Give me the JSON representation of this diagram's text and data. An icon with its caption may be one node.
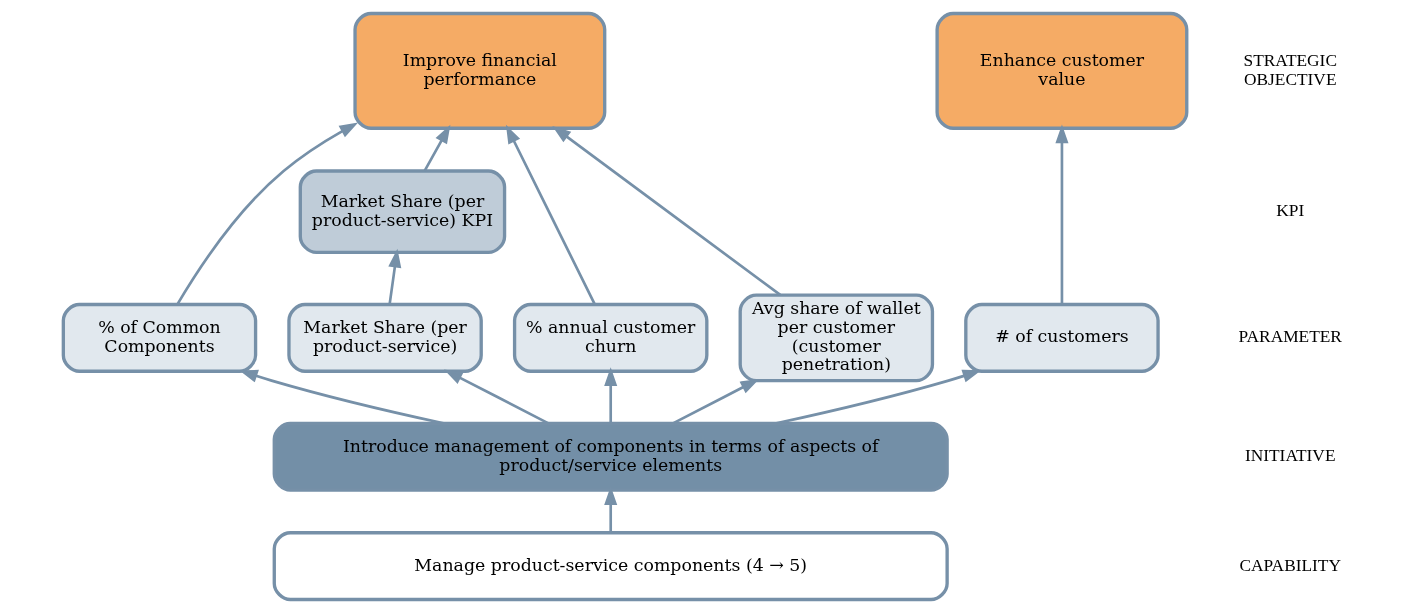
{
  "diagram": {
    "nodes": [
      {
        "text": [
          "Improve financial performance"
        ]
      },
      {
        "text": [
          "Enhance customer value"
        ]
      },
      {
        "text": [
          "Market Share (per product-service) KPI"
        ]
      },
      {
        "text": [
          "% of Common Components"
        ]
      },
      {
        "text": [
          "Market Share (per product-service)"
        ]
      },
      {
        "text": [
          "% annual customer churn"
        ]
      },
      {
        "text": [
          "Avg share of wallet per customer (customer penetration)"
        ]
      },
      {
        "text": [
          "# of customers"
        ]
      },
      {
        "text": [
          "Introduce management of components in terms of aspects of product/service elements"
        ]
      },
      {
        "text": [
          "Manage product-service components (4 → 5)"
        ]
      }
    ],
    "edges": [
      {
        "from": 9,
        "to": 8,
        "arrow": "to"
      },
      {
        "from": 8,
        "to": 3,
        "arrow": "to"
      },
      {
        "from": 8,
        "to": 4,
        "arrow": "to"
      },
      {
        "from": 8,
        "to": 5,
        "arrow": "to"
      },
      {
        "from": 8,
        "to": 6,
        "arrow": "to"
      },
      {
        "from": 8,
        "to": 7,
        "arrow": "to"
      },
      {
        "from": 4,
        "to": 2,
        "arrow": "to"
      },
      {
        "from": 3,
        "to": 0,
        "arrow": "to"
      },
      {
        "from": 2,
        "to": 0,
        "arrow": "to"
      },
      {
        "from": 5,
        "to": 0,
        "arrow": "to"
      },
      {
        "from": 6,
        "to": 0,
        "arrow": "to"
      },
      {
        "from": 7,
        "to": 1,
        "arrow": "to"
      }
    ],
    "labels": [
      "STRATEGIC OBJECTIVE",
      "KPI",
      "PARAMETER",
      "INITIATIVE",
      "CAPABILITY"
    ]
  }
}
